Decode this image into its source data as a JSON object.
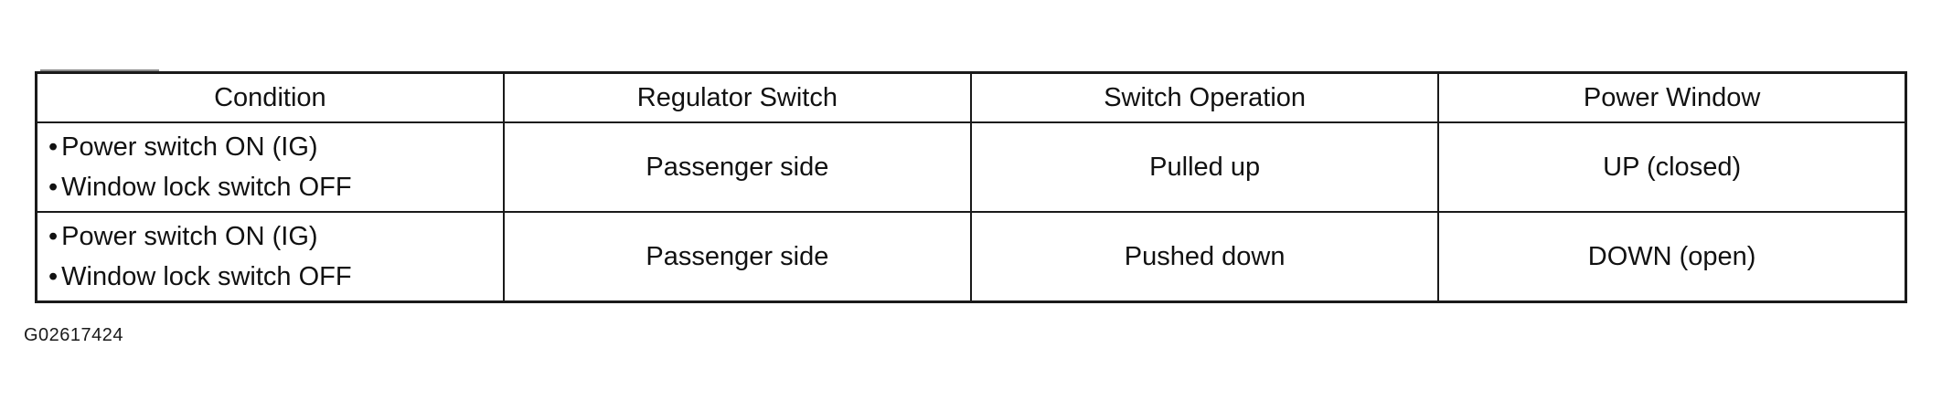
{
  "table": {
    "headers": [
      "Condition",
      "Regulator Switch",
      "Switch Operation",
      "Power Window"
    ],
    "rows": [
      {
        "condition": [
          "Power switch ON (IG)",
          "Window lock switch OFF"
        ],
        "regulator_switch": "Passenger side",
        "switch_operation": "Pulled up",
        "power_window": "UP (closed)"
      },
      {
        "condition": [
          "Power switch ON (IG)",
          "Window lock switch OFF"
        ],
        "regulator_switch": "Passenger side",
        "switch_operation": "Pushed down",
        "power_window": "DOWN (open)"
      }
    ]
  },
  "figure_id": "G02617424"
}
